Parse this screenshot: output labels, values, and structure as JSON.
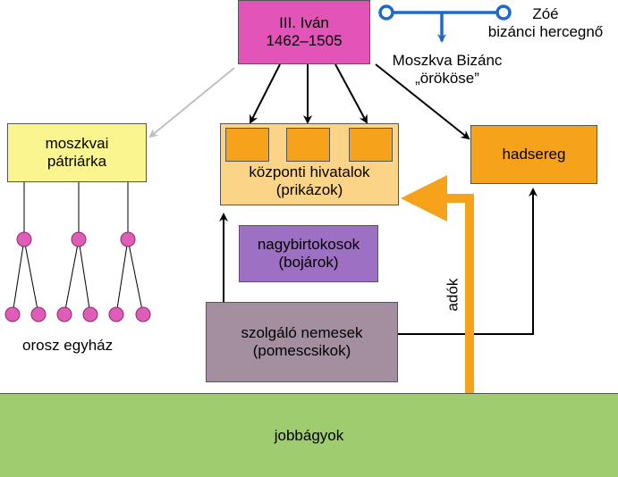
{
  "colors": {
    "tsar": "#e254b8",
    "patriarch": "#fbf58f",
    "offices": "#fbd488",
    "office_sq": "#f6a21b",
    "army": "#f6a21b",
    "boyars": "#9e70c4",
    "gentry": "#a38fa0",
    "serfs": "#9fcc6e",
    "church_node": "#df5cb8",
    "blue": "#1d6ac7",
    "tax": "#f6a21b",
    "gray_arrow": "#bfbfbf"
  },
  "tsar": {
    "line1": "III. Iván",
    "line2": "1462–1505"
  },
  "zoe": {
    "line1": "Zóé",
    "line2": "bizánci hercegnő"
  },
  "heir": {
    "line1": "Moszkva Bizánc",
    "line2": "„örököse”"
  },
  "patriarch": {
    "line1": "moszkvai",
    "line2": "pátriárka"
  },
  "offices": {
    "line1": "központi hivatalok",
    "line2": "(prikázok)"
  },
  "army": {
    "label": "hadsereg"
  },
  "boyars": {
    "line1": "nagybirtokosok",
    "line2": "(bojárok)"
  },
  "gentry": {
    "line1": "szolgáló nemesek",
    "line2": "(pomescsikok)"
  },
  "church": {
    "label": "orosz egyház"
  },
  "tax": {
    "label": "adók"
  },
  "serfs": {
    "label": "jobbágyok"
  }
}
